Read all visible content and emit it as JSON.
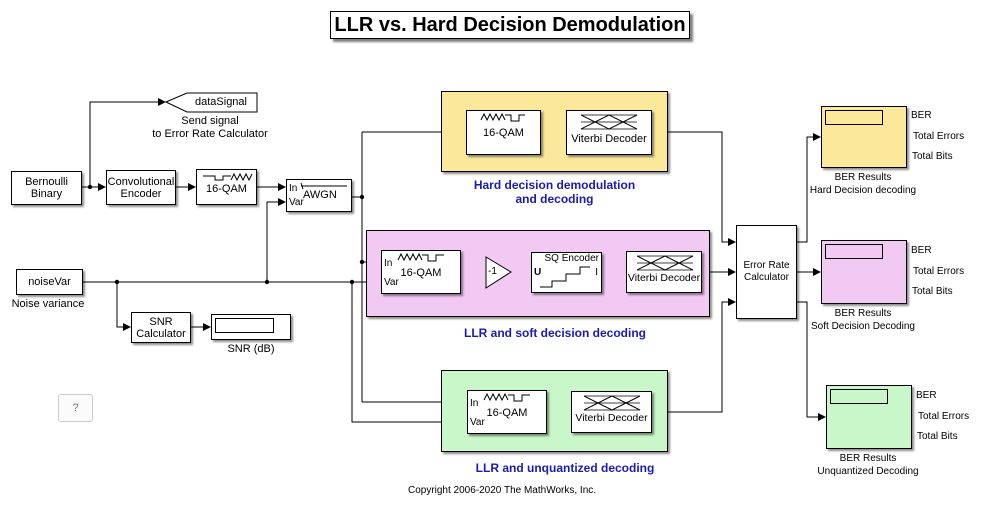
{
  "title": "LLR vs. Hard Decision Demodulation",
  "colors": {
    "hard_area": "#fbe89a",
    "soft_area": "#f2c9f2",
    "unq_area": "#c9f7c9",
    "area_label": "#1a1ab8"
  },
  "source": {
    "bernoulli": "Bernoulli\nBinary",
    "conv_encoder": "Convolutional\nEncoder",
    "qam_mod": "16-QAM",
    "awgn": "AWGN",
    "awgn_in": "In",
    "awgn_var": "Var",
    "goto_tag": "dataSignal",
    "goto_caption": "Send signal\nto Error Rate Calculator",
    "noisevar": "noiseVar",
    "noisevar_caption": "Noise variance",
    "snr_calc": "SNR\nCalculator",
    "snr_caption": "SNR (dB)"
  },
  "hard": {
    "demod": "16-QAM",
    "viterbi": "Viterbi Decoder",
    "label": "Hard decision demodulation\nand decoding"
  },
  "soft": {
    "demod": "16-QAM",
    "in": "In",
    "var": "Var",
    "gain": "-1",
    "sq_encoder": "SQ Encoder",
    "sq_u": "U",
    "sq_i": "I",
    "viterbi": "Viterbi Decoder",
    "label": "LLR and soft decision decoding"
  },
  "unq": {
    "demod": "16-QAM",
    "in": "In",
    "var": "Var",
    "viterbi": "Viterbi Decoder",
    "label": "LLR and unquantized decoding"
  },
  "error_rate": "Error Rate\nCalculator",
  "displays": [
    {
      "rows": [
        "BER",
        "Total Errors",
        "Total Bits"
      ],
      "caption": "BER Results\nHard Decision decoding"
    },
    {
      "rows": [
        "BER",
        "Total Errors",
        "Total Bits"
      ],
      "caption": "BER Results\nSoft Decision Decoding"
    },
    {
      "rows": [
        "BER",
        "Total Errors",
        "Total Bits"
      ],
      "caption": "BER Results\nUnquantized Decoding"
    }
  ],
  "help_button": "?",
  "copyright": "Copyright 2006-2020 The MathWorks, Inc."
}
